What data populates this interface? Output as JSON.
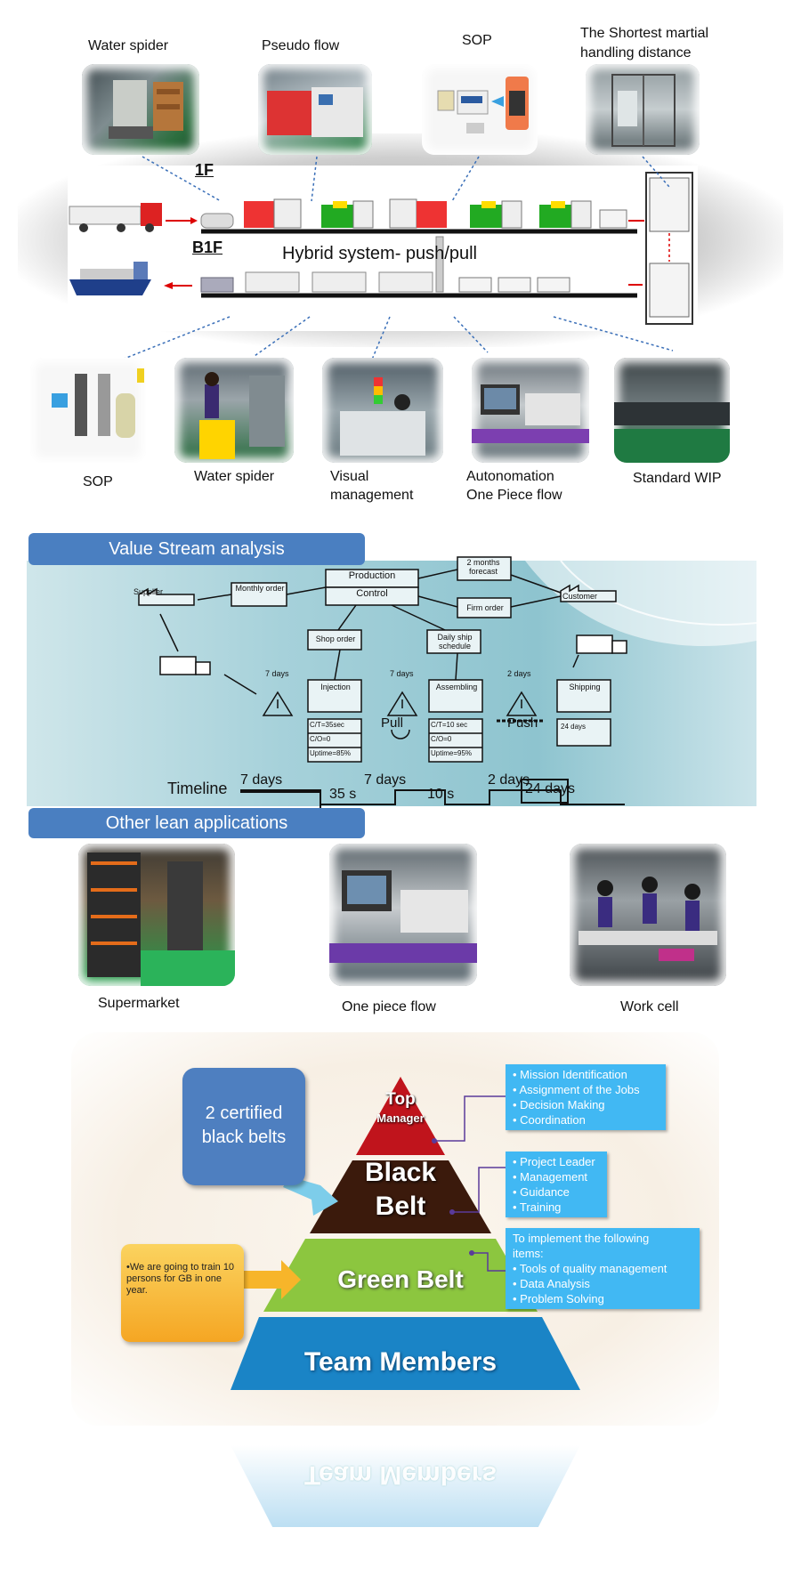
{
  "flow": {
    "top_labels": {
      "water_spider": "Water spider",
      "pseudo_flow": "Pseudo flow",
      "sop": "SOP",
      "shortest_line1": "The Shortest martial",
      "shortest_line2": "handling distance"
    },
    "floor_1f": "1F",
    "floor_b1f": "B1F",
    "system_title": "Hybrid system- push/pull",
    "bottom_labels": {
      "sop": "SOP",
      "water_spider": "Water spider",
      "visual_line1": "Visual",
      "visual_line2": "management",
      "auto_line1": "Autonomation",
      "auto_line2": "One Piece flow",
      "standard_wip": "Standard WIP"
    }
  },
  "vsa": {
    "header": "Value Stream analysis",
    "supplier": "Supplier",
    "monthly_order": "Monthly order",
    "production": "Production",
    "control": "Control",
    "forecast": "2 months forecast",
    "firm_order": "Firm order",
    "customer": "Customer",
    "shop_order": "Shop order",
    "daily_ship": "Daily ship schedule",
    "injection": "Injection",
    "assembling": "Assembling",
    "shipping": "Shipping",
    "days_7a": "7 days",
    "days_7b": "7 days",
    "days_2": "2 days",
    "pull": "Pull",
    "push": "Push",
    "inj_ct": "C/T=35sec",
    "inj_co": "C/O=0",
    "inj_up": "Uptime=85%",
    "asm_ct": "C/T=10 sec",
    "asm_co": "C/O=0",
    "asm_up": "Uptime=95%",
    "ship_days": "24 days",
    "timeline": "Timeline",
    "tl_7a": "7 days",
    "tl_7b": "7 days",
    "tl_2": "2 days",
    "tl_24": "24 days",
    "tl_35s": "35 s",
    "tl_10s": "10 s"
  },
  "other": {
    "header": "Other lean applications",
    "supermarket": "Supermarket",
    "one_piece": "One piece flow",
    "work_cell": "Work cell"
  },
  "pyramid": {
    "callout_line1": "2 certified",
    "callout_line2": "black belts",
    "train_note": "•We are going to train 10 persons for GB in one year.",
    "top_line1": "Top",
    "top_line2": "Manager",
    "black_line1": "Black",
    "black_line2": "Belt",
    "green": "Green Belt",
    "team": "Team Members",
    "reflection": "Team Members",
    "top_items": [
      "• Mission Identification",
      "• Assignment of the Jobs",
      "• Decision Making",
      "• Coordination"
    ],
    "black_items": [
      "• Project Leader",
      "• Management",
      "• Guidance",
      "• Training"
    ],
    "green_items": [
      "To implement the following",
      "items:",
      "• Tools of quality management",
      "• Data Analysis",
      "• Problem Solving"
    ]
  },
  "colors": {
    "header_bar": "#4a7fc1",
    "top_tier": "#c0141c",
    "black_tier": "#3b1a0c",
    "green_tier": "#8cc63f",
    "team_tier": "#1a84c6",
    "note_blue": "#41b8f3",
    "callout_blue": "#4e7fc0",
    "note_orange": "#f7b52a"
  }
}
